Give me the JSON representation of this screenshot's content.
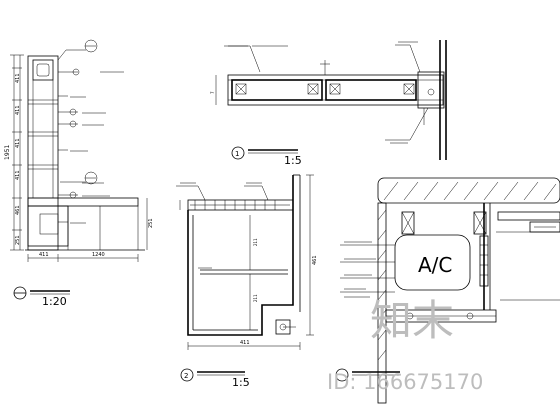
{
  "detail_1": {
    "number": "1",
    "scale": "1:5"
  },
  "detail_2": {
    "number": "2",
    "scale": "1:5"
  },
  "left_elevation": {
    "scale": "1:20",
    "height_dim": "1951",
    "vertical_dims": [
      "411",
      "411",
      "411",
      "411",
      "461",
      "251"
    ],
    "bottom_dims": [
      "411",
      "1240"
    ]
  },
  "detail_2_dims": {
    "right_height": "461",
    "inner_a": "211",
    "inner_b": "211",
    "bottom_width": "411"
  },
  "right_detail": {
    "ac_label": "A/C"
  },
  "watermark": {
    "brand": "知末",
    "id": "ID: 166675170"
  },
  "colors": {
    "line": "#000000",
    "background": "#ffffff",
    "watermark": "#bdbdbd"
  }
}
